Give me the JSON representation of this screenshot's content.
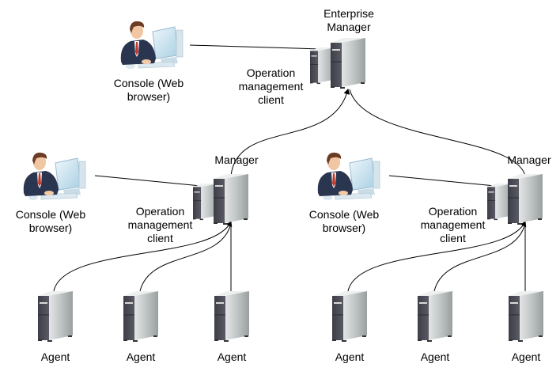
{
  "diagram": {
    "title": "",
    "nodes": {
      "enterprise_manager": {
        "label_line1": "Enterprise",
        "label_line2": "Manager",
        "type": "server-pair"
      },
      "em_console": {
        "label_line1": "Console (Web",
        "label_line2": "browser)",
        "type": "person-at-pc"
      },
      "em_op_client": {
        "label_line1": "Operation",
        "label_line2": "management",
        "label_line3": "client"
      },
      "manager_left": {
        "label": "Manager",
        "type": "server-pair"
      },
      "left_console": {
        "label_line1": "Console (Web",
        "label_line2": "browser)",
        "type": "person-at-pc"
      },
      "left_op_client": {
        "label_line1": "Operation",
        "label_line2": "management",
        "label_line3": "client"
      },
      "manager_right": {
        "label": "Manager",
        "type": "server-pair"
      },
      "right_console": {
        "label_line1": "Console (Web",
        "label_line2": "browser)",
        "type": "person-at-pc"
      },
      "right_op_client": {
        "label_line1": "Operation",
        "label_line2": "management",
        "label_line3": "client"
      },
      "agents": [
        {
          "label": "Agent",
          "parent": "manager_left"
        },
        {
          "label": "Agent",
          "parent": "manager_left"
        },
        {
          "label": "Agent",
          "parent": "manager_left"
        },
        {
          "label": "Agent",
          "parent": "manager_right"
        },
        {
          "label": "Agent",
          "parent": "manager_right"
        },
        {
          "label": "Agent",
          "parent": "manager_right"
        }
      ]
    },
    "edges": [
      {
        "from": "em_console",
        "to": "enterprise_manager",
        "style": "line"
      },
      {
        "from": "manager_left",
        "to": "enterprise_manager",
        "style": "arrow"
      },
      {
        "from": "manager_right",
        "to": "enterprise_manager",
        "style": "arrow"
      },
      {
        "from": "left_console",
        "to": "manager_left",
        "style": "line"
      },
      {
        "from": "right_console",
        "to": "manager_right",
        "style": "line"
      },
      {
        "from": "agent-1",
        "to": "manager_left",
        "style": "arrow"
      },
      {
        "from": "agent-2",
        "to": "manager_left",
        "style": "arrow"
      },
      {
        "from": "agent-3",
        "to": "manager_left",
        "style": "arrow"
      },
      {
        "from": "agent-4",
        "to": "manager_right",
        "style": "arrow"
      },
      {
        "from": "agent-5",
        "to": "manager_right",
        "style": "arrow"
      },
      {
        "from": "agent-6",
        "to": "manager_right",
        "style": "arrow"
      }
    ],
    "colors": {
      "server_front_dark": "#4a4a55",
      "server_side_light": "#c8cccc",
      "server_top": "#e8eaea",
      "suit": "#2a3550",
      "tie": "#c0392b",
      "monitor": "#cfe6f2",
      "line": "#000000"
    }
  }
}
